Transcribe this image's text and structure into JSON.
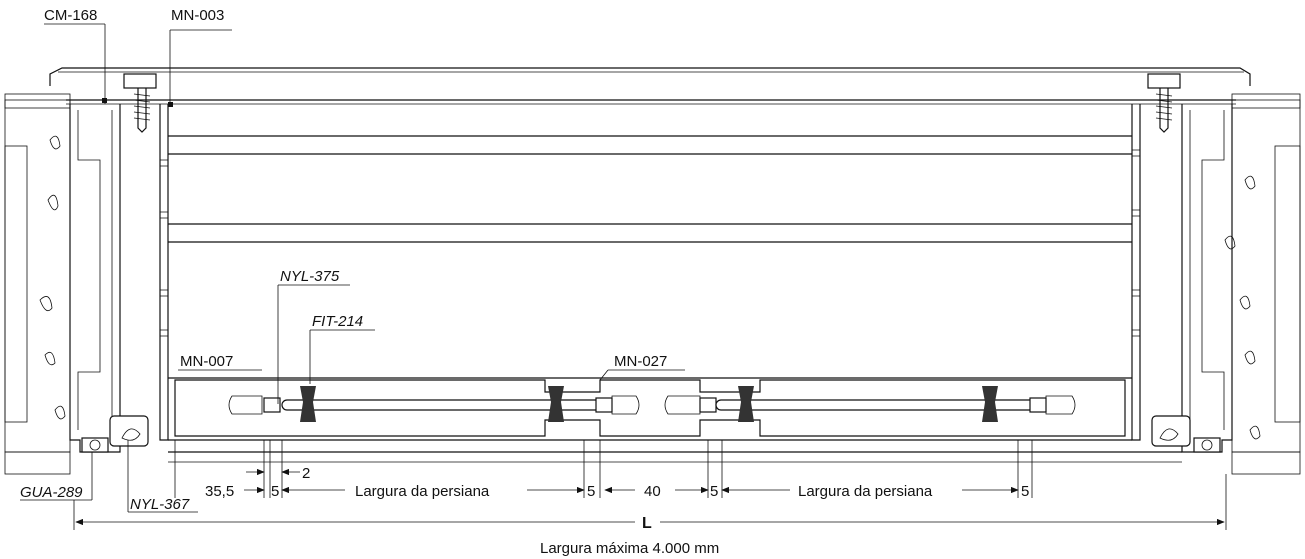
{
  "parts": {
    "cm168": "CM-168",
    "mn003": "MN-003",
    "nyl375": "NYL-375",
    "fit214": "FIT-214",
    "mn007": "MN-007",
    "mn027": "MN-027",
    "gua289": "GUA-289",
    "nyl367": "NYL-367"
  },
  "dimensions": {
    "d_35_5": "35,5",
    "d_5_a": "5",
    "d_2": "2",
    "largura_1": "Largura da persiana",
    "d_5_b": "5",
    "d_40": "40",
    "d_5_c": "5",
    "largura_2": "Largura da persiana",
    "d_5_d": "5",
    "total": "L",
    "max_width": "Largura máxima 4.000 mm"
  }
}
